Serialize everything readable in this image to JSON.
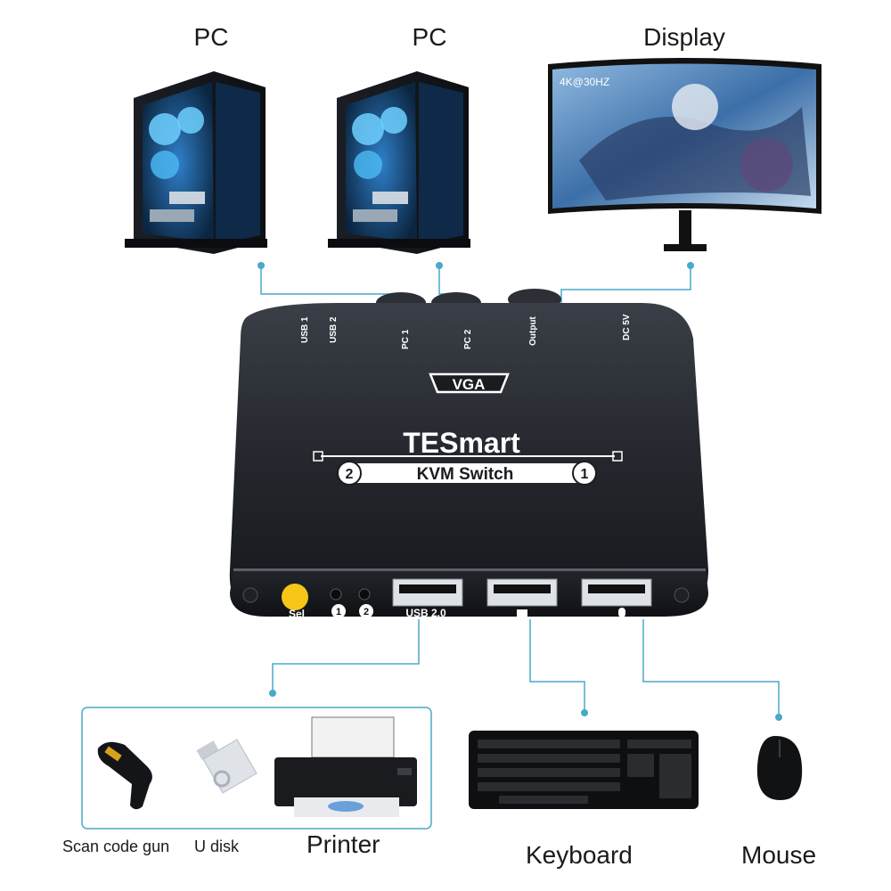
{
  "top_labels": {
    "pc1": "PC",
    "pc2": "PC",
    "display": "Display"
  },
  "monitor_badge": "4K@30HZ",
  "switch": {
    "ports_top": {
      "usb1": "USB 1",
      "usb2": "USB 2",
      "pc1": "PC 1",
      "pc2": "PC 2",
      "output": "Output",
      "dc": "DC 5V"
    },
    "vga": "VGA",
    "brand": "TESmart",
    "model": "KVM Switch",
    "num_left": "2",
    "num_right": "1",
    "sel": "Sel",
    "led1": "1",
    "led2": "2",
    "usb_label": "USB 2.0"
  },
  "bottom_labels": {
    "scan": "Scan code gun",
    "udisk": "U disk",
    "printer": "Printer",
    "keyboard": "Keyboard",
    "mouse": "Mouse"
  },
  "colors": {
    "connector": "#4aa8c8",
    "switch_body": "#2a2d33",
    "button": "#f5c518"
  }
}
